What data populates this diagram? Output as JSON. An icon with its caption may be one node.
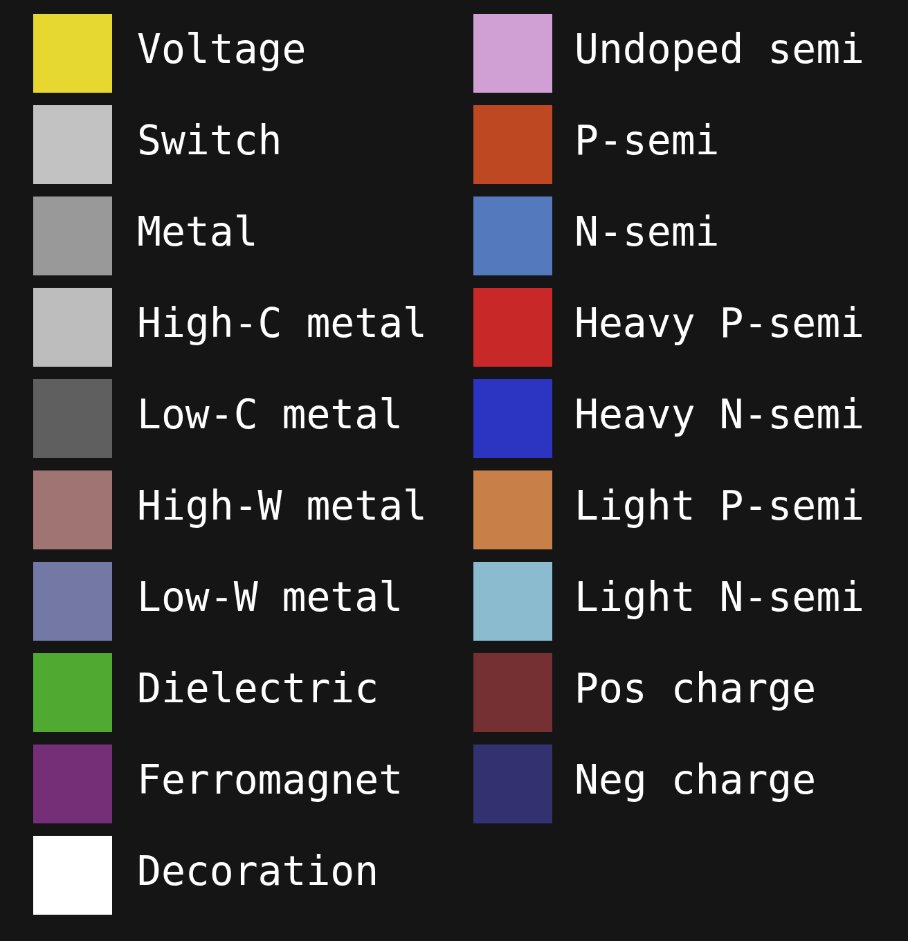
{
  "diagram": {
    "legend": [
      {
        "text": "Voltage",
        "color": "#e6d830"
      },
      {
        "text": "Switch",
        "color": "#c2c2c2"
      },
      {
        "text": "Metal",
        "color": "#999999"
      },
      {
        "text": "High-C metal",
        "color": "#bdbdbd"
      },
      {
        "text": "Low-C metal",
        "color": "#5f5f5f"
      },
      {
        "text": "High-W metal",
        "color": "#a07472"
      },
      {
        "text": "Low-W metal",
        "color": "#7378a5"
      },
      {
        "text": "Dielectric",
        "color": "#50aa32"
      },
      {
        "text": "Ferromagnet",
        "color": "#742f76"
      },
      {
        "text": "Decoration",
        "color": "#ffffff"
      },
      {
        "text": "Undoped semi",
        "color": "#d0a0d4"
      },
      {
        "text": "P-semi",
        "color": "#bd4821"
      },
      {
        "text": "N-semi",
        "color": "#547abd"
      },
      {
        "text": "Heavy P-semi",
        "color": "#c82828"
      },
      {
        "text": "Heavy N-semi",
        "color": "#2b35c2"
      },
      {
        "text": "Light P-semi",
        "color": "#c88048"
      },
      {
        "text": "Light N-semi",
        "color": "#8abbcf"
      },
      {
        "text": "Pos charge",
        "color": "#753033"
      },
      {
        "text": "Neg charge",
        "color": "#343171"
      }
    ]
  }
}
